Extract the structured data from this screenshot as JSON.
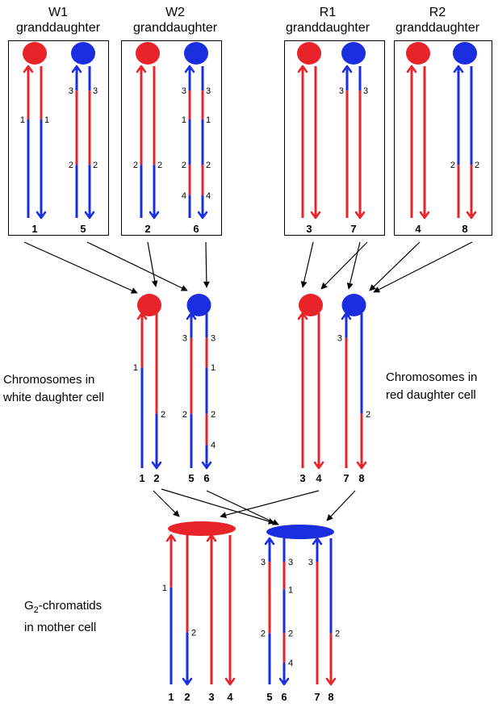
{
  "colors": {
    "red": "#e8232a",
    "blue": "#1a2ee0",
    "line": "#000000"
  },
  "granddaughters": [
    {
      "name": "W1",
      "sub": "granddaughter"
    },
    {
      "name": "W2",
      "sub": "granddaughter"
    },
    {
      "name": "R1",
      "sub": "granddaughter"
    },
    {
      "name": "R2",
      "sub": "granddaughter"
    }
  ],
  "daughter_labels": {
    "white": [
      "Chromosomes in",
      "white daughter cell"
    ],
    "red": [
      "Chromosomes in",
      "red daughter cell"
    ]
  },
  "mother_label": {
    "g": "G",
    "sub": "2",
    "rest": "-chromatids",
    "line2": "in mother cell"
  },
  "chromatids": {
    "1": {
      "label": "1",
      "segs": [
        [
          "r",
          0,
          0.35
        ],
        [
          "b",
          0.35,
          1
        ]
      ],
      "mk": [
        [
          "1",
          0.35
        ]
      ]
    },
    "2": {
      "label": "2",
      "segs": [
        [
          "r",
          0,
          0.65
        ],
        [
          "b",
          0.65,
          1
        ]
      ],
      "mk": [
        [
          "2",
          0.65
        ]
      ]
    },
    "3": {
      "label": "3",
      "segs": [
        [
          "r",
          0,
          1
        ]
      ],
      "mk": []
    },
    "4": {
      "label": "4",
      "segs": [
        [
          "r",
          0,
          1
        ]
      ],
      "mk": []
    },
    "5": {
      "label": "5",
      "segs": [
        [
          "b",
          0,
          0.16
        ],
        [
          "r",
          0,
          0
        ],
        [
          "r",
          0.16,
          0.65
        ],
        [
          "b",
          0.65,
          1
        ]
      ],
      "mk": [
        [
          "3",
          0.16
        ],
        [
          "2",
          0.65
        ]
      ]
    },
    "6": {
      "label": "6",
      "segs": [
        [
          "b",
          0,
          0.16
        ],
        [
          "r",
          0.16,
          0.35
        ],
        [
          "b",
          0.35,
          0.65
        ],
        [
          "r",
          0.65,
          0.85
        ],
        [
          "b",
          0.85,
          1
        ]
      ],
      "mk": [
        [
          "3",
          0.16
        ],
        [
          "1",
          0.35
        ],
        [
          "2",
          0.65
        ],
        [
          "4",
          0.85
        ]
      ]
    },
    "7": {
      "label": "7",
      "segs": [
        [
          "b",
          0,
          0.16
        ],
        [
          "r",
          0.16,
          1
        ]
      ],
      "mk": [
        [
          "3",
          0.16
        ]
      ]
    },
    "8": {
      "label": "8",
      "segs": [
        [
          "b",
          0,
          0.65
        ],
        [
          "r",
          0.65,
          1
        ]
      ],
      "mk": [
        [
          "2",
          0.65
        ]
      ]
    }
  }
}
